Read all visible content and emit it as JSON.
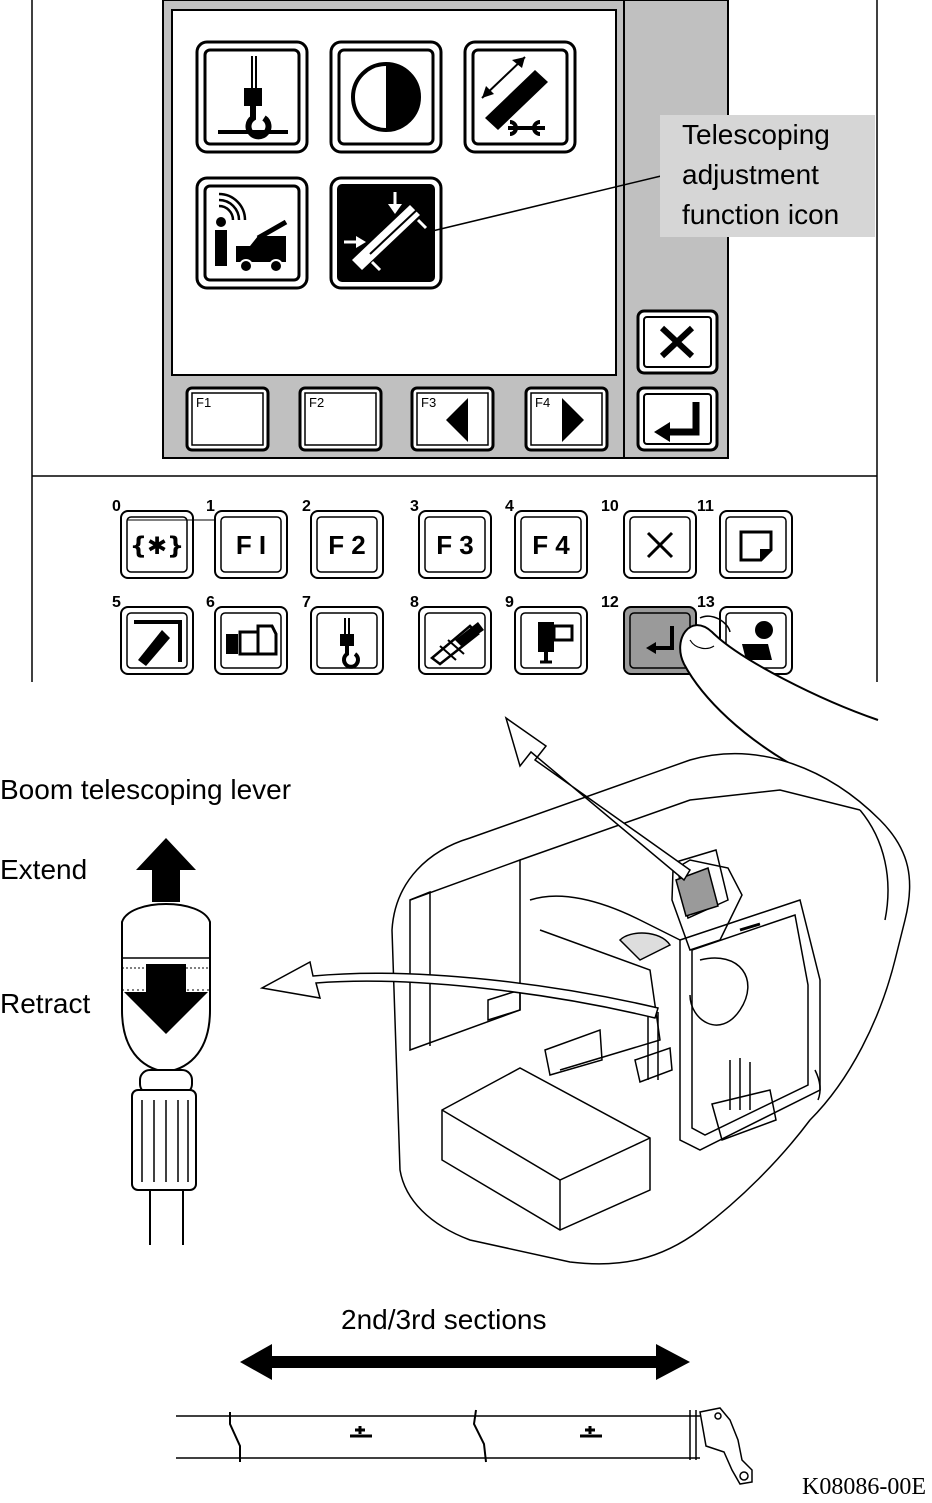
{
  "display": {
    "callout_lines": [
      "Telescoping",
      "adjustment",
      "function icon"
    ],
    "softkeys": [
      "F1",
      "F2",
      "F3",
      "F4"
    ],
    "icons": [
      "hook-icon",
      "contrast-icon",
      "boom-adjust-icon",
      "crane-truck-icon",
      "telescoping-adjustment-icon",
      "close-icon",
      "enter-icon"
    ]
  },
  "keypad": {
    "keys": [
      {
        "num": "0",
        "text": ""
      },
      {
        "num": "1",
        "text": "F I"
      },
      {
        "num": "2",
        "text": "F 2"
      },
      {
        "num": "3",
        "text": "F 3"
      },
      {
        "num": "4",
        "text": "F 4"
      },
      {
        "num": "10",
        "text": ""
      },
      {
        "num": "11",
        "text": ""
      },
      {
        "num": "5",
        "text": ""
      },
      {
        "num": "6",
        "text": ""
      },
      {
        "num": "7",
        "text": ""
      },
      {
        "num": "8",
        "text": ""
      },
      {
        "num": "9",
        "text": ""
      },
      {
        "num": "12",
        "text": ""
      },
      {
        "num": "13",
        "text": ""
      }
    ]
  },
  "lever": {
    "title": "Boom telescoping lever",
    "extend": "Extend",
    "retract": "Retract"
  },
  "boom": {
    "label": "2nd/3rd sections"
  },
  "figure_code": "K08086-00E",
  "colors": {
    "screen_bezel": "#c0c0c0",
    "highlight": "#9a9a9a",
    "callout_bg": "#d6d6d6"
  }
}
